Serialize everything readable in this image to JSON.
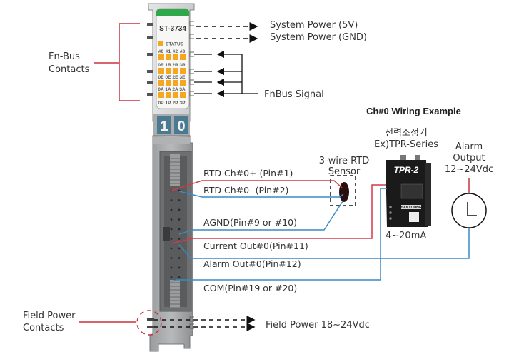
{
  "module": {
    "model": "ST-3734",
    "status_label": "STATUS",
    "channel_headers": [
      "#0",
      "#1",
      "#2",
      "#3"
    ],
    "led_rows": [
      [
        "0R",
        "1R",
        "2R",
        "3R"
      ],
      [
        "0E",
        "0E",
        "2E",
        "3E"
      ],
      [
        "0A",
        "1A",
        "2A",
        "3A"
      ],
      [
        "0P",
        "1P",
        "2P",
        "3P"
      ]
    ],
    "address_digits": [
      "1",
      "0"
    ],
    "colors": {
      "top_bar": "#2fa84a",
      "led": "#f5a623",
      "digit_bg": "#4a7a92",
      "body": "#cfd1d3"
    }
  },
  "left_labels": {
    "fnbus_contacts": [
      "Fn-Bus",
      "Contacts"
    ],
    "field_power_contacts": [
      "Field Power",
      "Contacts"
    ]
  },
  "right_labels": {
    "system_power_5v": "System Power (5V)",
    "system_power_gnd": "System Power (GND)",
    "fnbus_signal": "FnBus Signal",
    "field_power": "Field Power 18~24Vdc"
  },
  "wiring": {
    "title": "Ch#0 Wiring Example",
    "pins": [
      "RTD Ch#0+ (Pin#1)",
      "RTD Ch#0- (Pin#2)",
      "AGND(Pin#9 or #10)",
      "Current Out#0(Pin#11)",
      "Alarm Out#0(Pin#12)",
      "COM(Pin#19 or #20)"
    ],
    "sensor_label": [
      "3-wire RTD",
      "Sensor"
    ],
    "controller_label": [
      "전력조정기",
      "Ex)TPR-Series"
    ],
    "controller_model": "TPR-2",
    "controller_brand": "HANYOUNG",
    "current_label": "4~20mA",
    "alarm_label": [
      "Alarm",
      "Output",
      "12~24Vdc"
    ],
    "colors": {
      "positive_wire": "#d23a4a",
      "negative_wire": "#3a8ac4",
      "callout": "#c8323f"
    }
  }
}
